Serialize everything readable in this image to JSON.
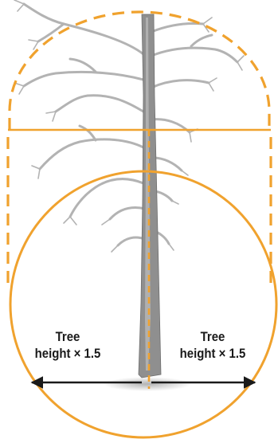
{
  "labels": {
    "left": {
      "line1": "Tree",
      "line2": "height × 1.5"
    },
    "right": {
      "line1": "Tree",
      "line2": "height × 1.5"
    }
  },
  "colors": {
    "zone_outline": "#f0a22e",
    "arrow": "#1a1a1a",
    "trunk": "#8f8f8f",
    "branch": "#b3b3b3"
  }
}
